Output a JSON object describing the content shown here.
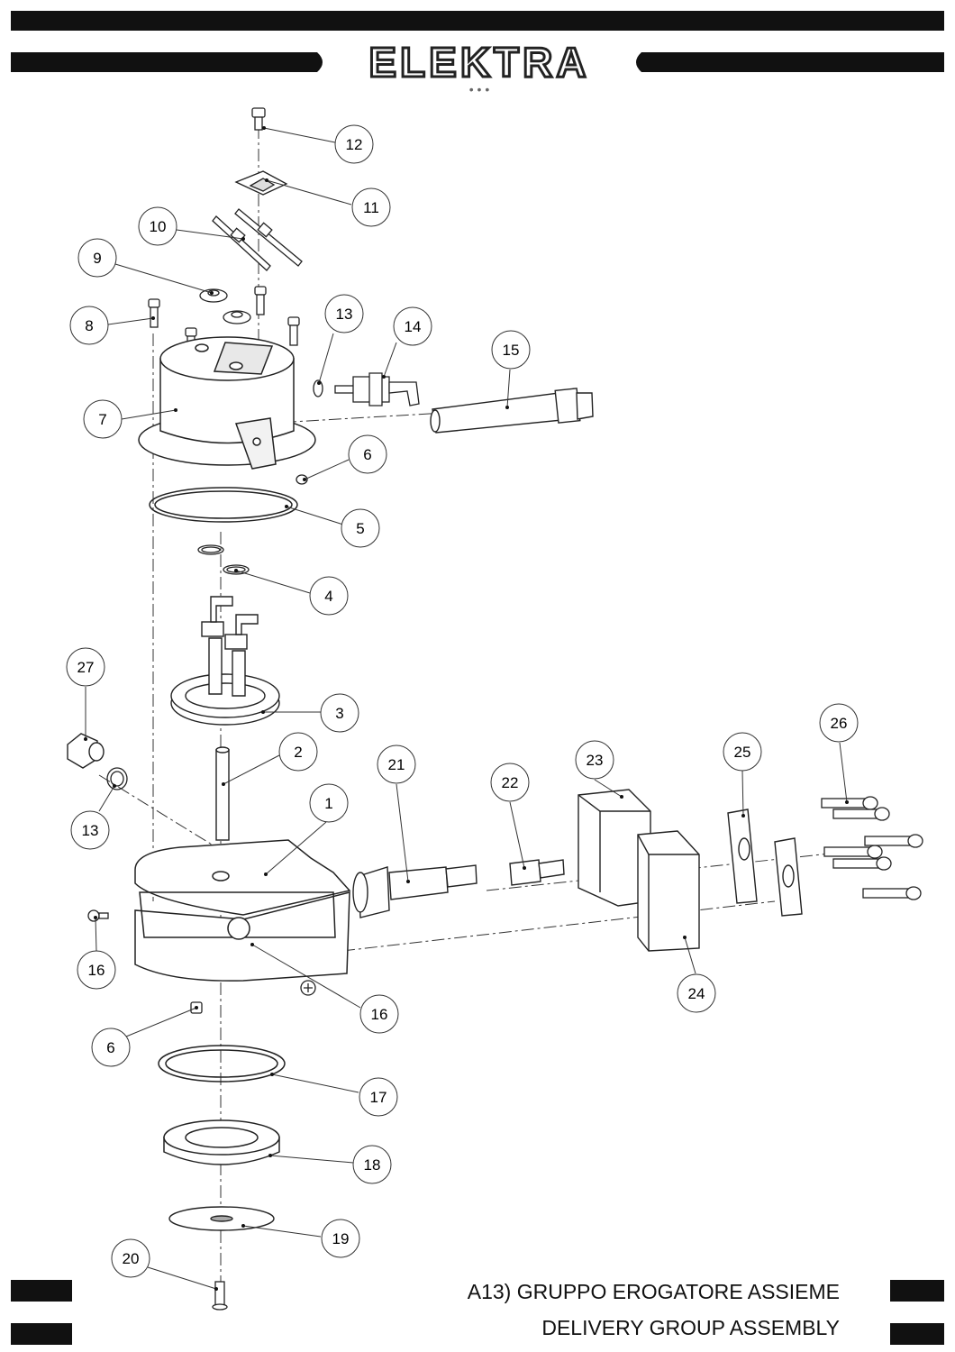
{
  "brand": {
    "name": "ELEKTRA",
    "tagline_dots": "• • •"
  },
  "title": {
    "italian": "A13) GRUPPO EROGATORE ASSIEME",
    "english": "DELIVERY GROUP ASSEMBLY"
  },
  "callouts": [
    {
      "id": "12",
      "label": "12"
    },
    {
      "id": "11",
      "label": "11"
    },
    {
      "id": "10",
      "label": "10"
    },
    {
      "id": "9",
      "label": "9"
    },
    {
      "id": "8",
      "label": "8"
    },
    {
      "id": "13a",
      "label": "13"
    },
    {
      "id": "14",
      "label": "14"
    },
    {
      "id": "15",
      "label": "15"
    },
    {
      "id": "7",
      "label": "7"
    },
    {
      "id": "6a",
      "label": "6"
    },
    {
      "id": "5",
      "label": "5"
    },
    {
      "id": "4",
      "label": "4"
    },
    {
      "id": "3",
      "label": "3"
    },
    {
      "id": "27",
      "label": "27"
    },
    {
      "id": "2",
      "label": "2"
    },
    {
      "id": "21",
      "label": "21"
    },
    {
      "id": "22",
      "label": "22"
    },
    {
      "id": "23",
      "label": "23"
    },
    {
      "id": "25",
      "label": "25"
    },
    {
      "id": "26",
      "label": "26"
    },
    {
      "id": "1",
      "label": "1"
    },
    {
      "id": "13b",
      "label": "13"
    },
    {
      "id": "16a",
      "label": "16"
    },
    {
      "id": "16b",
      "label": "16"
    },
    {
      "id": "24",
      "label": "24"
    },
    {
      "id": "6b",
      "label": "6"
    },
    {
      "id": "17",
      "label": "17"
    },
    {
      "id": "18",
      "label": "18"
    },
    {
      "id": "19",
      "label": "19"
    },
    {
      "id": "20",
      "label": "20"
    }
  ]
}
